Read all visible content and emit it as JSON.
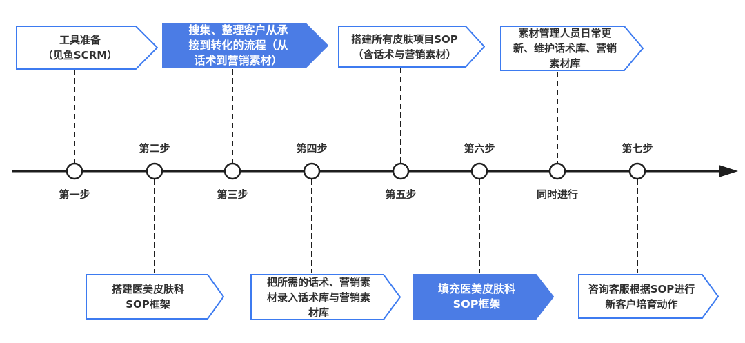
{
  "colors": {
    "accent": "#3d7bf0",
    "fill": "#4b7ce5",
    "line": "#1e1e1e",
    "text": "#2f2f2f",
    "text_on_fill": "#ffffff"
  },
  "timeline": {
    "steps": [
      {
        "label": "第一步",
        "position": "below"
      },
      {
        "label": "第二步",
        "position": "above"
      },
      {
        "label": "第三步",
        "position": "below"
      },
      {
        "label": "第四步",
        "position": "above"
      },
      {
        "label": "第五步",
        "position": "below"
      },
      {
        "label": "第六步",
        "position": "above"
      },
      {
        "label": "同时进行",
        "position": "below"
      },
      {
        "label": "第七步",
        "position": "above"
      }
    ]
  },
  "boxes": {
    "top": [
      {
        "text": "工具准备\n（见鱼SCRM）",
        "style": "outline"
      },
      {
        "text": "搜集、整理客户从承\n接到转化的流程（从\n话术到营销素材）",
        "style": "filled"
      },
      {
        "text": "搭建所有皮肤项目SOP\n（含话术与营销素材）",
        "style": "outline"
      },
      {
        "text": "素材管理人员日常更\n新、维护话术库、营销\n素材库",
        "style": "outline"
      }
    ],
    "bottom": [
      {
        "text": "搭建医美皮肤科\nSOP框架",
        "style": "outline"
      },
      {
        "text": "把所需的话术、营销素\n材录入话术库与营销素\n材库",
        "style": "outline"
      },
      {
        "text": "填充医美皮肤科\nSOP框架",
        "style": "filled"
      },
      {
        "text": "咨询客服根据SOP进行\n新客户培育动作",
        "style": "outline"
      }
    ]
  }
}
